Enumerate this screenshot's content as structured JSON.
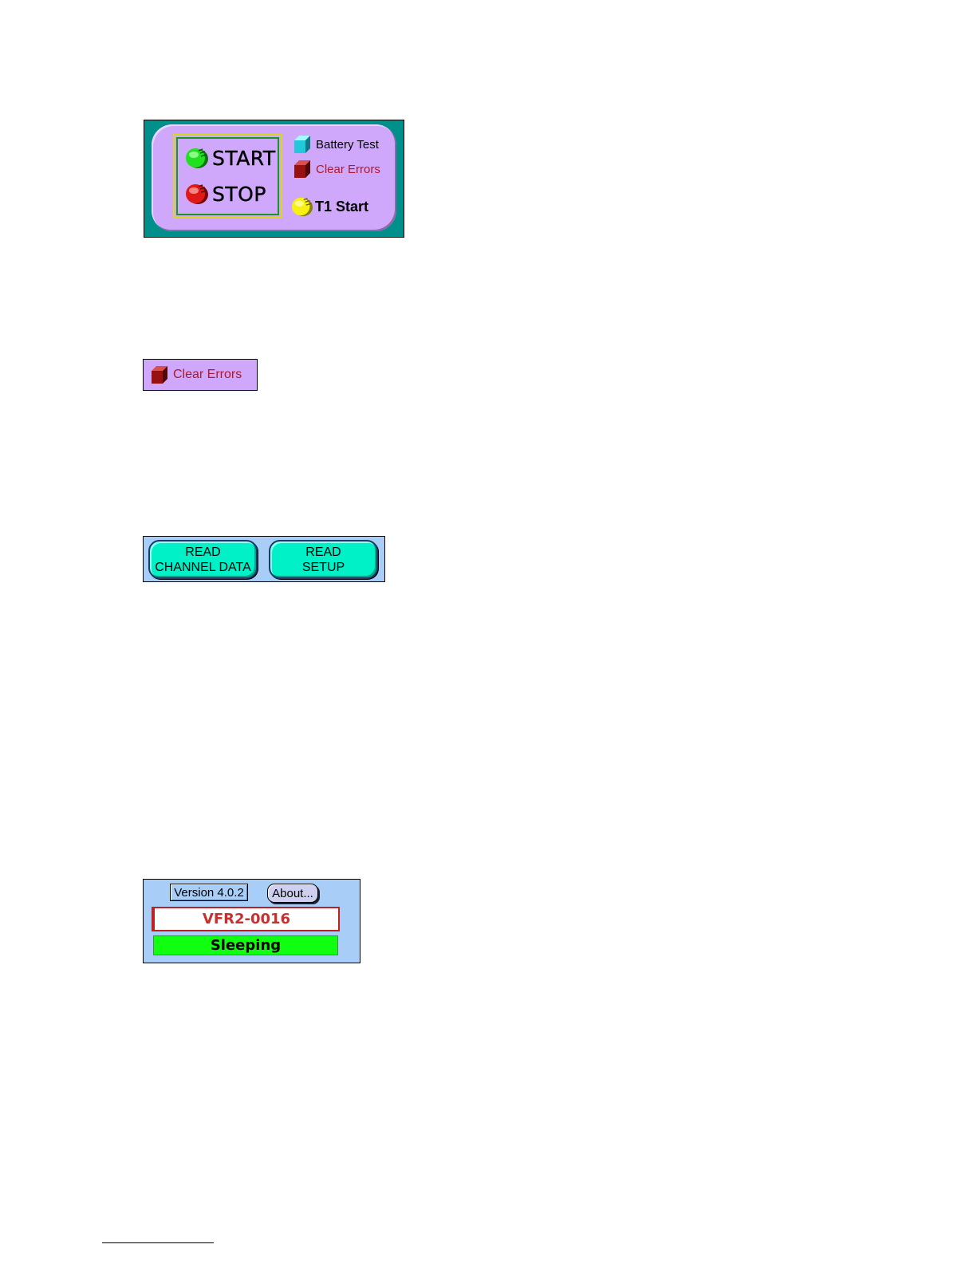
{
  "control_panel": {
    "start_label": "START",
    "stop_label": "STOP",
    "battery_test_label": "Battery Test",
    "clear_errors_label": "Clear Errors",
    "t1_start_label": "T1 Start",
    "icons": {
      "start": "green-orb-icon",
      "stop": "red-orb-icon",
      "battery_test": "cyan-cube-icon",
      "clear_errors": "red-cube-icon",
      "t1_start": "yellow-orb-icon"
    },
    "colors": {
      "frame": "#008f8a",
      "panel": "#cfa8fb",
      "start_orb": "#20e020",
      "stop_orb": "#e01818",
      "t1_orb": "#f8f010",
      "battery_cube": "#20c8d8",
      "clear_cube": "#981010",
      "clear_errors_text": "#b0182a"
    }
  },
  "clear_errors_panel": {
    "label": "Clear Errors"
  },
  "read_panel": {
    "read_channel_data_label": "READ\nCHANNEL DATA",
    "read_setup_label": "READ\nSETUP",
    "colors": {
      "background": "#a8cef8",
      "button": "#00f0c8"
    }
  },
  "status_panel": {
    "version_text": "Version 4.0.2",
    "about_label": "About...",
    "device_id": "VFR2-0016",
    "status_text": "Sleeping",
    "colors": {
      "background": "#a8cef8",
      "device_text": "#c83030",
      "status_bg": "#10ff10"
    }
  }
}
